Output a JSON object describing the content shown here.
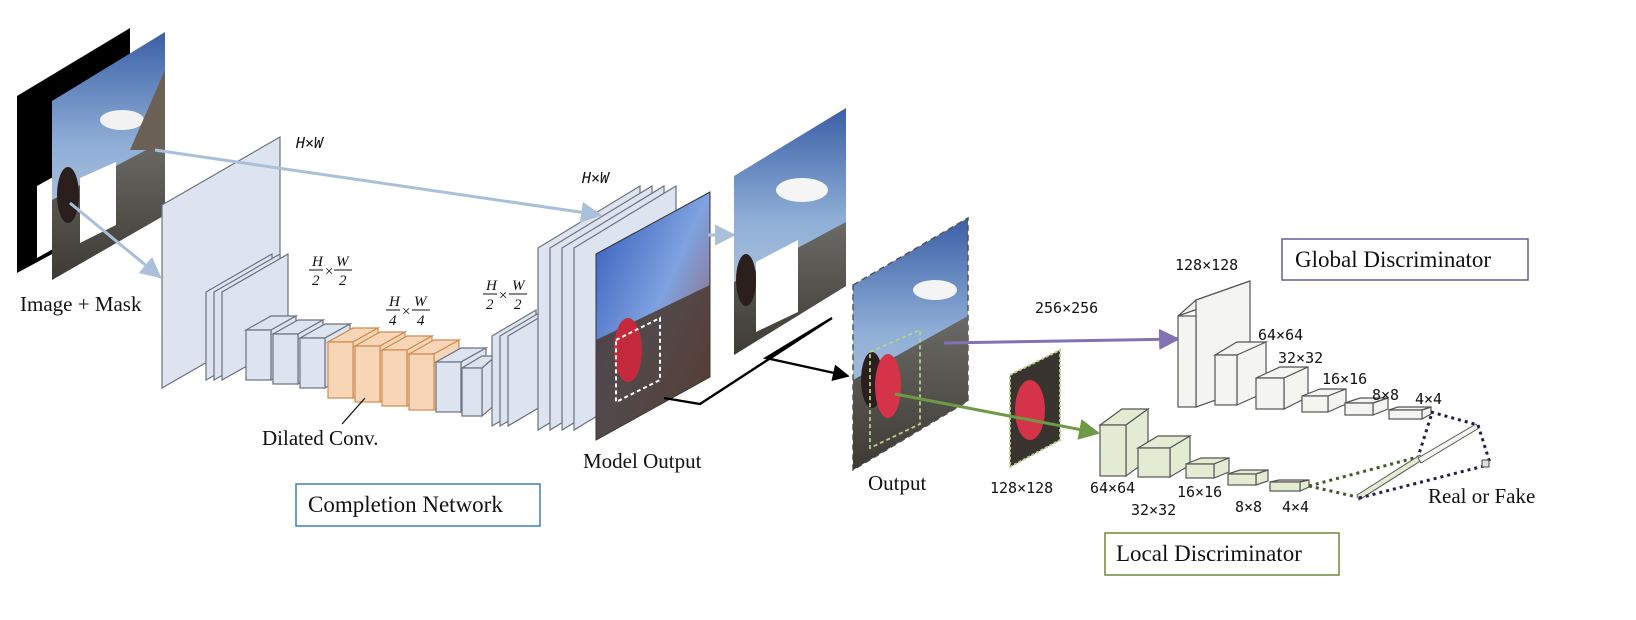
{
  "labels": {
    "image_mask": "Image + Mask",
    "model_output": "Model Output",
    "output": "Output",
    "real_or_fake": "Real or Fake",
    "dilated_conv": "Dilated Conv."
  },
  "boxes": {
    "completion": "Completion Network",
    "global": "Global Discriminator",
    "local": "Local Discriminator"
  },
  "completion_dims": {
    "full_in": "H×W",
    "full_out": "H×W",
    "half_in": {
      "h": "H",
      "w": "W",
      "den": "2"
    },
    "quarter": {
      "h": "H",
      "w": "W",
      "den": "4"
    },
    "half_out": {
      "h": "H",
      "w": "W",
      "den": "2"
    }
  },
  "global_dims": {
    "input": "256×256",
    "l1": "128×128",
    "l2": "64×64",
    "l3": "32×32",
    "l4": "16×16",
    "l5": "8×8",
    "l6": "4×4"
  },
  "local_dims": {
    "input": "128×128",
    "l1": "64×64",
    "l2": "32×32",
    "l3": "16×16",
    "l4": "8×8",
    "l5": "4×4"
  },
  "colors": {
    "encoder_layer": "#dde3ef",
    "dilated_layer": "#f7d6b8",
    "dilated_edge": "#d08a4f",
    "global_layer": "#f4f5f1",
    "local_layer": "#e3ebd3",
    "arrow_blue": "#a9bfda",
    "arrow_purple": "#8272b4",
    "arrow_green": "#6e9a45",
    "box_blue": "#3f7fc1",
    "box_purple": "#6a5a9c",
    "box_green": "#6e8a3c"
  }
}
